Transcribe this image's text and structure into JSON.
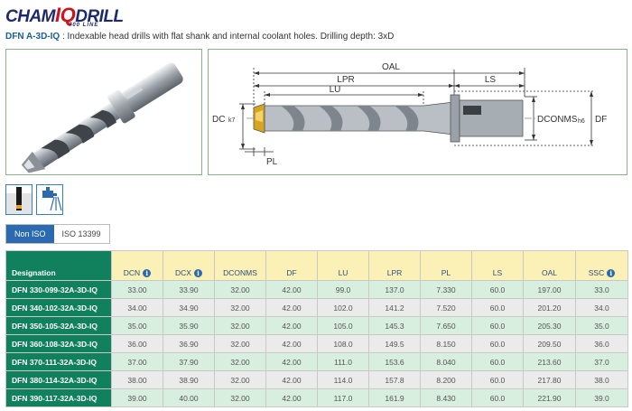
{
  "header": {
    "logo_prefix": "CHAM",
    "logo_iq": "IQ",
    "logo_suffix": "DRILL",
    "logo_subline": "700 LINE",
    "product_code": "DFN A-3D-IQ",
    "product_description": " : Indexable head drills with flat shank and internal coolant holes. Drilling depth: 3xD"
  },
  "diagram": {
    "labels": {
      "oal": "OAL",
      "lpr": "LPR",
      "lu": "LU",
      "ls": "LS",
      "dc": "DC",
      "dc_tol": "k7",
      "pl": "PL",
      "dconms": "DCONMS",
      "dconms_tol": "h6",
      "df": "DF"
    }
  },
  "icons": {
    "first": "drilling-application-icon",
    "second": "internal-coolant-icon"
  },
  "standards_tabs": [
    {
      "label": "Non ISO",
      "active": true
    },
    {
      "label": "ISO 13399",
      "active": false
    }
  ],
  "table": {
    "columns": [
      "Designation",
      "DCN",
      "DCX",
      "DCONMS",
      "DF",
      "LU",
      "LPR",
      "PL",
      "LS",
      "OAL",
      "SSC"
    ],
    "info_columns": [
      "DCN",
      "DCX",
      "SSC"
    ],
    "rows": [
      [
        "DFN 330-099-32A-3D-IQ",
        "33.00",
        "33.90",
        "32.00",
        "42.00",
        "99.0",
        "137.0",
        "7.330",
        "60.0",
        "197.00",
        "33.0"
      ],
      [
        "DFN 340-102-32A-3D-IQ",
        "34.00",
        "34.90",
        "32.00",
        "42.00",
        "102.0",
        "141.2",
        "7.520",
        "60.0",
        "201.20",
        "34.0"
      ],
      [
        "DFN 350-105-32A-3D-IQ",
        "35.00",
        "35.90",
        "32.00",
        "42.00",
        "105.0",
        "145.3",
        "7.650",
        "60.0",
        "205.30",
        "35.0"
      ],
      [
        "DFN 360-108-32A-3D-IQ",
        "36.00",
        "36.90",
        "32.00",
        "42.00",
        "108.0",
        "149.5",
        "8.150",
        "60.0",
        "209.50",
        "36.0"
      ],
      [
        "DFN 370-111-32A-3D-IQ",
        "37.00",
        "37.90",
        "32.00",
        "42.00",
        "111.0",
        "153.6",
        "8.040",
        "60.0",
        "213.60",
        "37.0"
      ],
      [
        "DFN 380-114-32A-3D-IQ",
        "38.00",
        "38.90",
        "32.00",
        "42.00",
        "114.0",
        "157.8",
        "8.200",
        "60.0",
        "217.80",
        "38.0"
      ],
      [
        "DFN 390-117-32A-3D-IQ",
        "39.00",
        "40.00",
        "32.00",
        "42.00",
        "117.0",
        "161.9",
        "8.430",
        "60.0",
        "221.90",
        "39.0"
      ]
    ]
  }
}
